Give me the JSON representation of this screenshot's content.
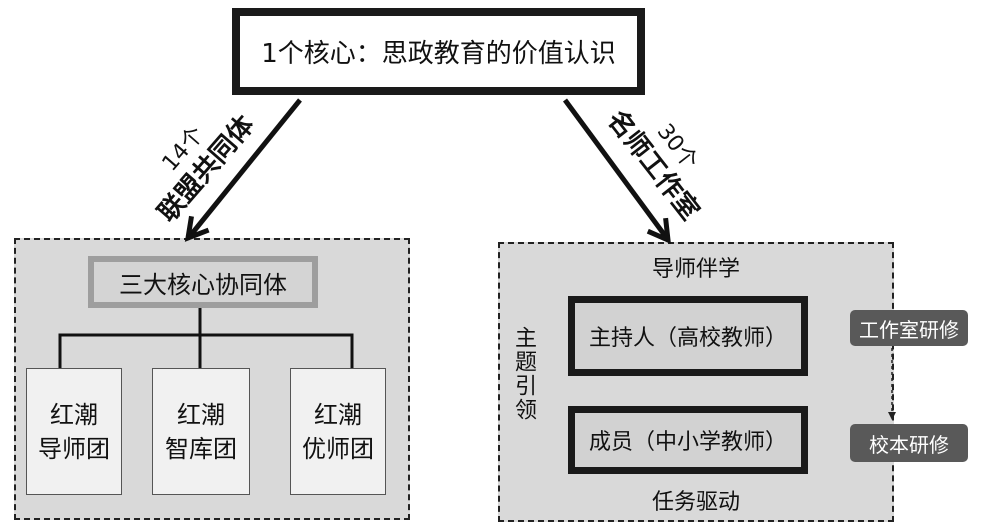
{
  "core": {
    "label": "1个核心：思政教育的价值认识"
  },
  "left_arrow": {
    "count": "14个",
    "label": "联盟共同体"
  },
  "right_arrow": {
    "count": "30个",
    "label": "名师工作室"
  },
  "left_panel": {
    "title": "三大核心协同体",
    "groups": [
      {
        "line1": "红潮",
        "line2": "导师团"
      },
      {
        "line1": "红潮",
        "line2": "智库团"
      },
      {
        "line1": "红潮",
        "line2": "优师团"
      }
    ]
  },
  "right_panel": {
    "top_label": "导师伴学",
    "side_label": "主题引领",
    "host": "主持人（高校教师）",
    "members": "成员（中小学教师）",
    "bottom_label": "任务驱动"
  },
  "tags": {
    "studio": "工作室研修",
    "school": "校本研修"
  }
}
